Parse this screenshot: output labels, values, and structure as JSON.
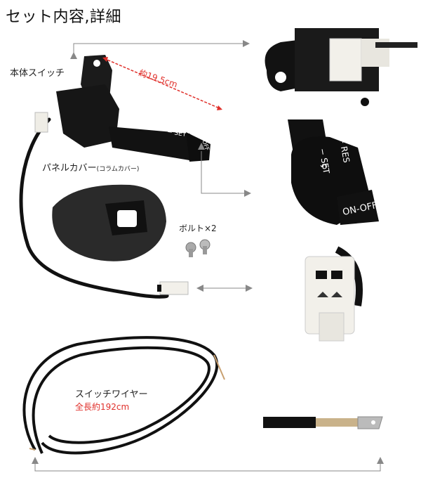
{
  "page": {
    "title": "セット内容,詳細"
  },
  "labels": {
    "main_switch": "本体スイッチ",
    "length_switch": "約19.5cm",
    "panel_cover": "パネルカバー",
    "panel_cover_note": "(コラムカバー)",
    "bolt": "ボルト×2",
    "wire": "スイッチワイヤー",
    "wire_length": "全長約192cm"
  },
  "lever_text": {
    "res": "+ RES",
    "set": "− SET",
    "on_off": "ON-OFF",
    "cancel_symbol": "⟲"
  },
  "colors": {
    "accent": "#e0302b",
    "arrow": "#888888",
    "body": "#1a1a1a",
    "connector": "#f2f0ea"
  }
}
